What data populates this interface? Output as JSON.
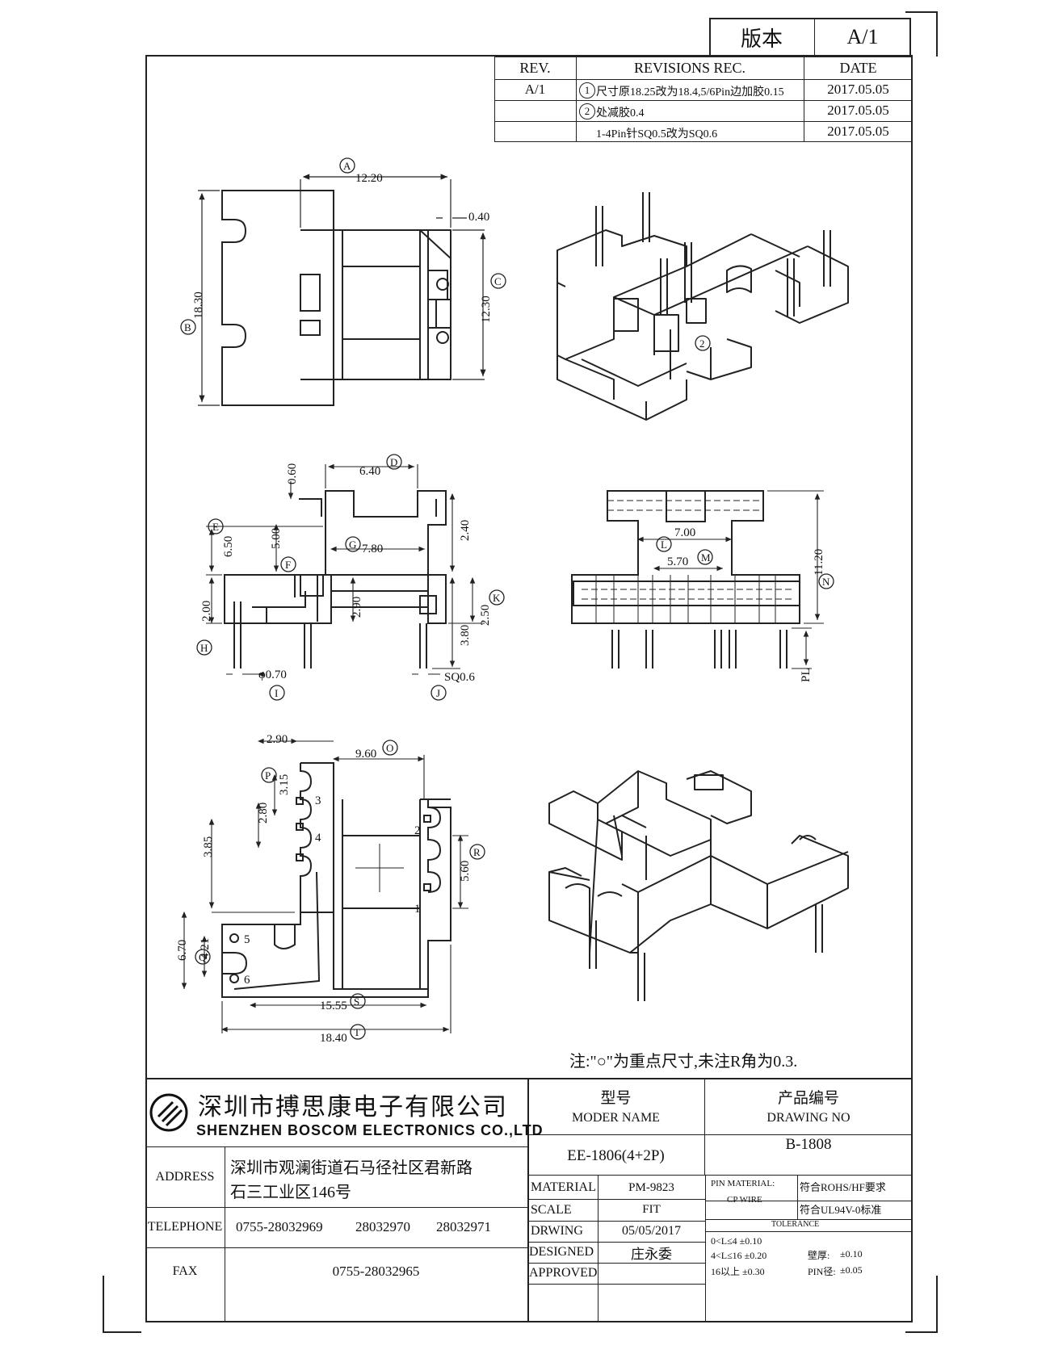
{
  "version_box": {
    "label": "版本",
    "value": "A/1"
  },
  "revisions": {
    "headers": [
      "REV.",
      "REVISIONS REC.",
      "DATE"
    ],
    "rows": [
      {
        "rev": "A/1",
        "marker": "1",
        "text": "尺寸原18.25改为18.4,5/6Pin边加胶0.15",
        "date": "2017.05.05"
      },
      {
        "rev": "",
        "marker": "2",
        "text": "处减胶0.4",
        "date": "2017.05.05"
      },
      {
        "rev": "",
        "marker": "",
        "text": "1-4Pin针SQ0.5改为SQ0.6",
        "date": "2017.05.05"
      }
    ]
  },
  "view1": {
    "dims": {
      "a": "12.20",
      "b": "18.30",
      "c": "12.30",
      "d": "0.40"
    },
    "markers": {
      "a": "A",
      "b": "B",
      "c": "C"
    }
  },
  "iso_top": {
    "marker": "2"
  },
  "view2": {
    "dims": {
      "d64": "6.40",
      "d060": "0.60",
      "d650": "6.50",
      "d500": "5.00",
      "d780": "7.80",
      "d240": "2.40",
      "d290": "2.90",
      "d200": "2.00",
      "d250": "2.50",
      "d380": "3.80",
      "phi": "φ0.70",
      "sq": "SQ0.6"
    },
    "markers": {
      "d": "D",
      "e": "E",
      "f": "F",
      "g": "G",
      "h": "H",
      "i": "I",
      "j": "J",
      "k": "K"
    }
  },
  "view3": {
    "dims": {
      "d700": "7.00",
      "d570": "5.70",
      "d1120": "11.20",
      "pl": "PL"
    },
    "markers": {
      "l": "L",
      "m": "M",
      "n": "N"
    }
  },
  "view4": {
    "dims": {
      "d290": "2.90",
      "d960": "9.60",
      "d315": "3.15",
      "d280": "2.80",
      "d385": "3.85",
      "d560": "5.60",
      "d670": "6.70",
      "d421": "4.21",
      "d1555": "15.55",
      "d1840": "18.40"
    },
    "markers": {
      "o": "O",
      "p": "P",
      "q": "Q",
      "r": "R",
      "s": "S",
      "t": "T"
    },
    "pins": {
      "p1": "1",
      "p2": "2",
      "p3": "3",
      "p4": "4",
      "p5": "5",
      "p6": "6"
    }
  },
  "note": "注:\"○\"为重点尺寸,未注R角为0.3.",
  "title_block": {
    "company_cn": "深圳市搏思康电子有限公司",
    "company_en": "SHENZHEN  BOSCOM  ELECTRONICS  CO.,LTD",
    "address_label": "ADDRESS",
    "address_line1": "深圳市观澜街道石马径社区君新路",
    "address_line2": "石三工业区146号",
    "telephone_label": "TELEPHONE",
    "telephones": [
      "0755-28032969",
      "28032970",
      "28032971"
    ],
    "fax_label": "FAX",
    "fax": "0755-28032965",
    "model_cn": "型号",
    "model_en": "MODER NAME",
    "model_value": "EE-1806(4+2P)",
    "drawing_cn": "产品编号",
    "drawing_en": "DRAWING NO",
    "drawing_value": "B-1808",
    "material_label": "MATERIAL",
    "material_value": "PM-9823",
    "scale_label": "SCALE",
    "scale_value": "FIT",
    "drawing_label": "DRWING",
    "drawing_date": "05/05/2017",
    "designed_label": "DESIGNED",
    "designed_value": "庄永委",
    "approved_label": "APPROVED",
    "approved_value": "",
    "pin_material_label": "PIN MATERIAL:",
    "pin_material_value": "CP WIRE",
    "rohs": "符合ROHS/HF要求",
    "ul": "符合UL94V-0标准",
    "tolerance_label": "TOLERANCE",
    "tol1": "0<L≤4  ±0.10",
    "tol2": "4<L≤16 ±0.20",
    "tol3": "16以上    ±0.30",
    "wall_label": "壁厚:",
    "wall_value": "±0.10",
    "pin_dia_label": "PIN径:",
    "pin_dia_value": "±0.05"
  }
}
